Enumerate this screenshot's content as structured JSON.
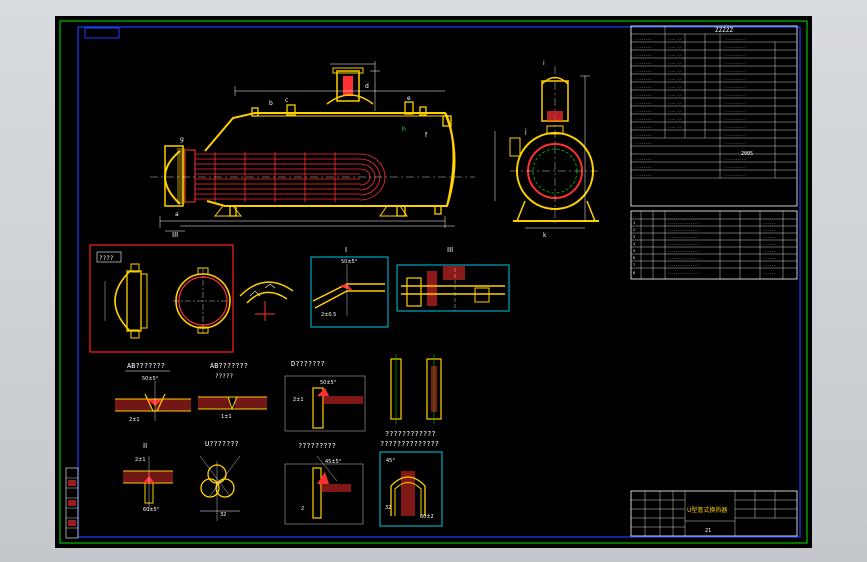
{
  "drawing": {
    "title_block_label": "ZZZZZ",
    "drawing_title": "U型管式换热器",
    "sheet_number": "21",
    "colors": {
      "background": "#000000",
      "outer_frame": "#00c000",
      "inner_frame": "#1e3cff",
      "shell": "#ffd000",
      "tube_bundle": "#ff3030",
      "section_box": "#00c8e6",
      "detail_box": "#ff2020",
      "dimension": "#ffffff",
      "table_lines": "#ffffff",
      "title_text": "#ffd000"
    }
  },
  "labels": {
    "section_I": "I",
    "section_II": "II",
    "section_III": "III",
    "section_III_bottom": "III",
    "detail_box_title": "????",
    "weld_AB_1": "AB???????",
    "weld_AB_2": "AB???????",
    "weld_AB_2_sub": "?????",
    "weld_D": "D???????",
    "weld_II": "II",
    "weld_U": "U???????",
    "weld_bottom_mid": "?????????",
    "weld_bottom_right_1": "????????????",
    "weld_bottom_right_2": "??????????????",
    "bevel_1": "50±5°",
    "bevel_2": "50±5°",
    "bevel_3": "50±5°",
    "bevel_4": "60±5°",
    "bevel_5": "45±5°",
    "bevel_6": "45°",
    "dim_1": "2±1",
    "dim_2": "1±1",
    "dim_3": "2±1",
    "dim_4": "2±1",
    "dim_5": "32",
    "dim_6": "32",
    "dim_7": "2±0.5",
    "dim_8": "60±2",
    "dim_9": "2",
    "nozzle_a": "a",
    "nozzle_b": "b",
    "nozzle_c": "c",
    "nozzle_d": "d",
    "nozzle_e": "e",
    "nozzle_f": "f",
    "nozzle_g": "g",
    "nozzle_h": "h",
    "nozzle_i": "i",
    "nozzle_j": "j",
    "nozzle_k": "k",
    "year": "2005"
  }
}
